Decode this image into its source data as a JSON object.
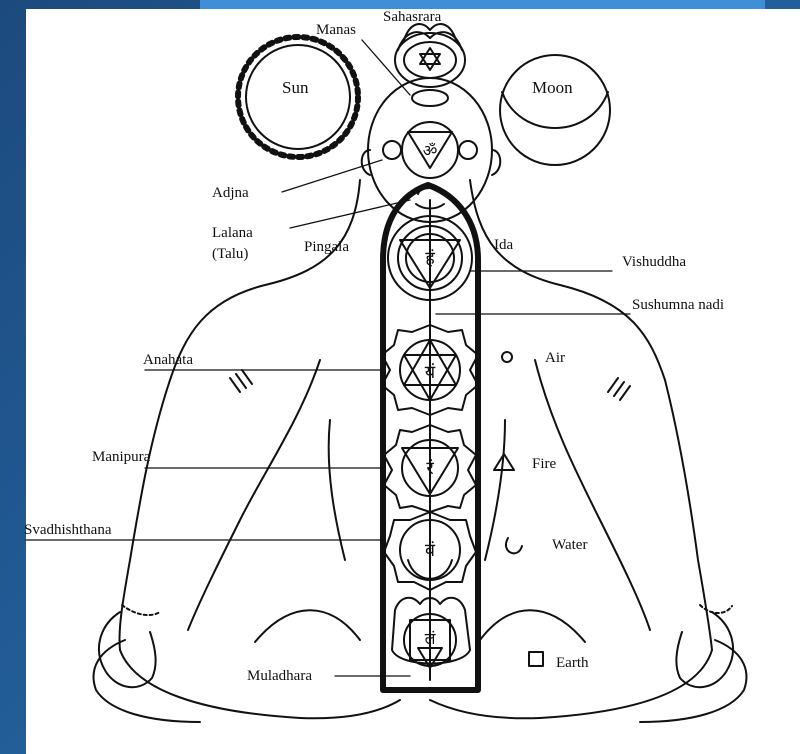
{
  "colors": {
    "background": "#1f5590",
    "accent": "#3f8fd8",
    "panel": "#ffffff",
    "ink": "#111111"
  },
  "labels": {
    "sahasrara": "Sahasrara",
    "manas": "Manas",
    "sun": "Sun",
    "moon": "Moon",
    "adjna": "Adjna",
    "lalana": "Lalana",
    "talu": "(Talu)",
    "pingala": "Pingala",
    "ida": "Ida",
    "vishuddha": "Vishuddha",
    "sushumna": "Sushumna nadi",
    "anahata": "Anahata",
    "air": "Air",
    "manipura": "Manipura",
    "fire": "Fire",
    "svadhishthana": "Svadhishthana",
    "water": "Water",
    "muladhara": "Muladhara",
    "earth": "Earth"
  },
  "chakra_glyphs": {
    "ajna": "ॐ",
    "vishuddha": "हं",
    "anahata": "यं",
    "manipura": "रं",
    "svadhishthana": "वं",
    "muladhara": "लं"
  }
}
